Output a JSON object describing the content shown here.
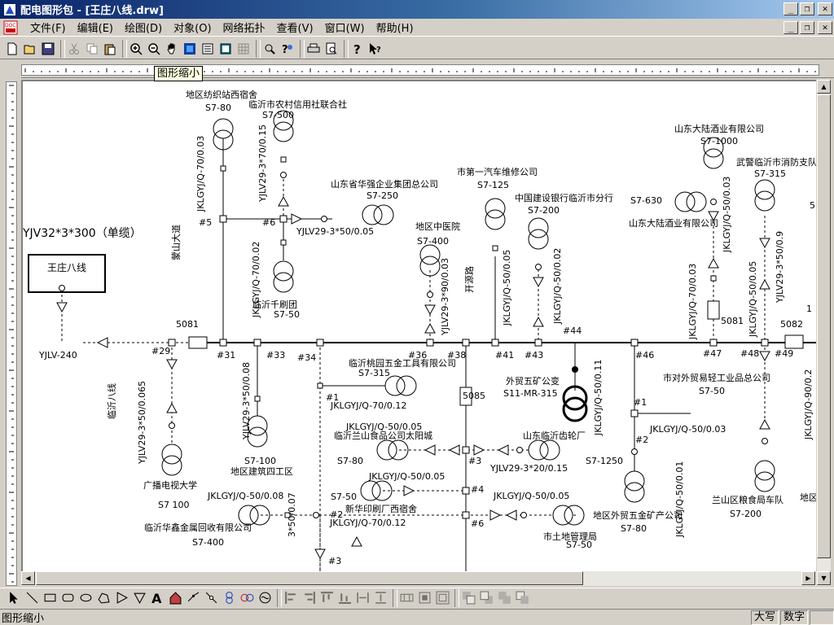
{
  "window": {
    "title": "配电图形包 - [王庄八线.drw]"
  },
  "menu": [
    "文件(F)",
    "编辑(E)",
    "绘图(D)",
    "对象(O)",
    "网络拓扑",
    "查看(V)",
    "窗口(W)",
    "帮助(H)"
  ],
  "tooltip": "图形缩小",
  "status": {
    "text": "图形缩小",
    "caps": "大写",
    "num": "数字"
  },
  "toolbar_icons": [
    "new-icon",
    "open-icon",
    "save-icon",
    "cut-icon",
    "copy-icon",
    "paste-icon",
    "zoom-in-icon",
    "zoom-out-icon",
    "pan-hand-icon",
    "color-icon",
    "list-icon",
    "view-icon",
    "grid-icon",
    "properties-icon",
    "query-icon",
    "print-icon",
    "print-preview-icon",
    "help-icon",
    "context-help-icon"
  ],
  "draw_tools": [
    "pointer-icon",
    "line-icon",
    "rectangle-icon",
    "rounded-rect-icon",
    "ellipse-icon",
    "polygon-icon",
    "triangle-right-icon",
    "triangle-down-icon",
    "text-tool-icon",
    "substation-icon",
    "switch-icon",
    "breaker-icon",
    "transformer-icon",
    "dual-transformer-icon",
    "generator-icon",
    "align-left-icon",
    "align-right-icon",
    "align-top-icon",
    "align-bottom-icon",
    "space-h-icon",
    "space-v-icon",
    "group-icon",
    "ungroup-icon",
    "bring-front-icon",
    "send-back-icon",
    "forward-icon",
    "backward-icon"
  ],
  "diagram": {
    "source_box": "王庄八线",
    "cable_title": "YJV32*3*300（单缆）",
    "labels": [
      {
        "t": "地区纺织站西宿舍"
      },
      {
        "t": "S7-80"
      },
      {
        "t": "临沂市农村信用社联合社"
      },
      {
        "t": "S7-500"
      },
      {
        "t": "JKLGYJ/Q-70/0.03",
        "v": true
      },
      {
        "t": "YJLV29-3*70/0.15",
        "v": true
      },
      {
        "t": "山东省华强企业集团总公司"
      },
      {
        "t": "S7-250"
      },
      {
        "t": "YJLV29-3*50/0.05"
      },
      {
        "t": "#5"
      },
      {
        "t": "#6"
      },
      {
        "t": "蒙山大道",
        "v": true
      },
      {
        "t": "JKLGYJ/Q-70/0.02",
        "v": true
      },
      {
        "t": "临沂千刷团"
      },
      {
        "t": "S7-50"
      },
      {
        "t": "市第一汽车维修公司"
      },
      {
        "t": "S7-125"
      },
      {
        "t": "地区中医院"
      },
      {
        "t": "S7-400"
      },
      {
        "t": "YJLV29-3*90/0.03",
        "v": true
      },
      {
        "t": "开源路",
        "v": true
      },
      {
        "t": "JKLGYJ/Q-50/0.05",
        "v": true
      },
      {
        "t": "中国建设银行临沂市分行"
      },
      {
        "t": "S7-200"
      },
      {
        "t": "JKLGYJ/Q-50/0.02",
        "v": true
      },
      {
        "t": "山东大陆酒业有限公司"
      },
      {
        "t": "S7-1000"
      },
      {
        "t": "S7-630"
      },
      {
        "t": "山东大陆酒业有限公司"
      },
      {
        "t": "JKLGYJ/Q-50/0.03",
        "v": true
      },
      {
        "t": "武警临沂市消防支队"
      },
      {
        "t": "S7-315"
      },
      {
        "t": "YJLV29-3*50/0.9",
        "v": true
      },
      {
        "t": "JKLGYJ/Q-70/0.03",
        "v": true
      },
      {
        "t": "JKLGYJ/Q-50/0.05",
        "v": true
      },
      {
        "t": "5081"
      },
      {
        "t": "5082"
      },
      {
        "t": "5081"
      },
      {
        "t": "YJLV-240"
      },
      {
        "t": "#29"
      },
      {
        "t": "#31"
      },
      {
        "t": "#33"
      },
      {
        "t": "#34"
      },
      {
        "t": "#36"
      },
      {
        "t": "#38"
      },
      {
        "t": "#41"
      },
      {
        "t": "#43"
      },
      {
        "t": "#44"
      },
      {
        "t": "#46"
      },
      {
        "t": "#47"
      },
      {
        "t": "#48"
      },
      {
        "t": "#49"
      },
      {
        "t": "临沂桃园五金工具有限公司"
      },
      {
        "t": "S7-315"
      },
      {
        "t": "#1"
      },
      {
        "t": "JKLGYJ/Q-70/0.12"
      },
      {
        "t": "5085"
      },
      {
        "t": "外贸五矿公变"
      },
      {
        "t": "S11-MR-315"
      },
      {
        "t": "JKLGYJ/Q-50/0.11",
        "v": true
      },
      {
        "t": "市对外贸易轻工业品总公司"
      },
      {
        "t": "S7-50"
      },
      {
        "t": "#1"
      },
      {
        "t": "JKLGYJ/Q-50/0.03"
      },
      {
        "t": "#2"
      },
      {
        "t": "临沂八线",
        "v": true
      },
      {
        "t": "YJLV29-3*50/0.065",
        "v": true
      },
      {
        "t": "YJLV29-3*50/0.08",
        "v": true
      },
      {
        "t": "S7-100"
      },
      {
        "t": "地区建筑四工区"
      },
      {
        "t": "广播电视大学"
      },
      {
        "t": "S7 100"
      },
      {
        "t": "JKLGYJ/Q-50/0.05"
      },
      {
        "t": "临沂兰山食品公司太阳城"
      },
      {
        "t": "S7-80"
      },
      {
        "t": "山东临沂齿轮厂"
      },
      {
        "t": "S7-1250"
      },
      {
        "t": "YJLV29-3*20/0.15"
      },
      {
        "t": "#3"
      },
      {
        "t": "JKLGYJ/Q-50/0.05"
      },
      {
        "t": "#4"
      },
      {
        "t": "S7-50"
      },
      {
        "t": "新华印刷厂西宿舍"
      },
      {
        "t": "JKLGYJ/Q-70/0.12"
      },
      {
        "t": "#2"
      },
      {
        "t": "JKLGYJ/Q-50/0.08"
      },
      {
        "t": "临沂华鑫金属回收有限公司"
      },
      {
        "t": "S7-400"
      },
      {
        "t": "JKLGYJ/Q-50/0.05"
      },
      {
        "t": "#6"
      },
      {
        "t": "市土地管理局"
      },
      {
        "t": "S7-50"
      },
      {
        "t": "地区外贸五金矿产公司"
      },
      {
        "t": "S7-80"
      },
      {
        "t": "JKLGYJ/Q-50/0.01",
        "v": true
      },
      {
        "t": "兰山区粮食局车队"
      },
      {
        "t": "S7-200"
      },
      {
        "t": "JKLGYJ/Q-90/0.2",
        "v": true
      },
      {
        "t": "地区"
      },
      {
        "t": "#3"
      },
      {
        "t": "3*50/0.07",
        "v": true
      },
      {
        "t": "5"
      },
      {
        "t": "1"
      }
    ]
  }
}
